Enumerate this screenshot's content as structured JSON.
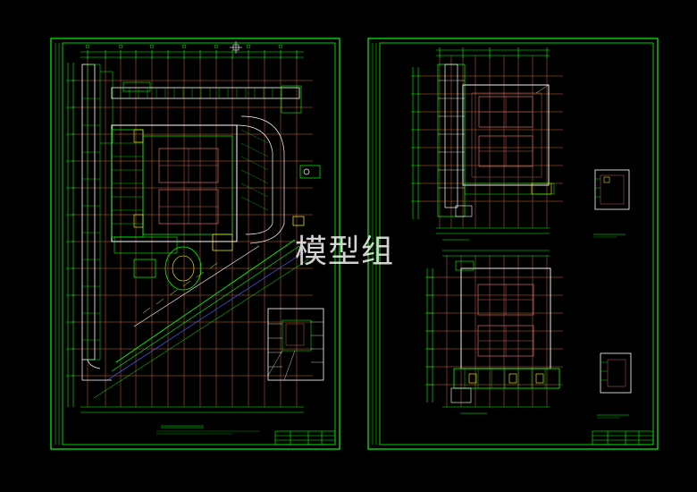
{
  "watermark": "模型组",
  "colors": {
    "background": "#000000",
    "frame": "#00ff00",
    "axis": "#ff8040",
    "wall": "#ffffff",
    "court": "#c06060",
    "accent": "#ffff00",
    "blue": "#4060ff"
  },
  "sheets": [
    {
      "id": "left-sheet",
      "drawings": [
        "site-plan",
        "detail-inset"
      ]
    },
    {
      "id": "right-sheet",
      "drawings": [
        "upper-floor-plan",
        "lower-floor-plan",
        "stair-detail-a",
        "stair-detail-b"
      ]
    }
  ]
}
